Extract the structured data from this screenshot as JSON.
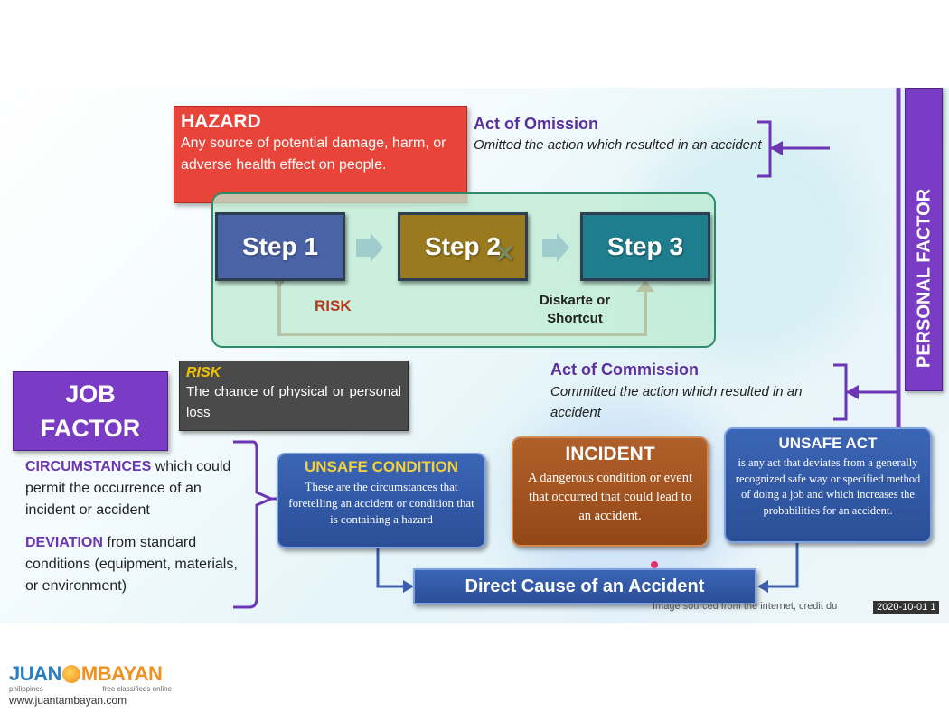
{
  "hazard": {
    "title": "HAZARD",
    "text": "Any source of potential damage, harm, or adverse health effect on people."
  },
  "omission": {
    "title": "Act of Omission",
    "text": "Omitted the action which resulted in an accident"
  },
  "steps": [
    {
      "label": "Step 1",
      "color": "#4a63a6"
    },
    {
      "label": "Step 2",
      "color": "#9a7a1e"
    },
    {
      "label": "Step 3",
      "color": "#1f7e8e"
    }
  ],
  "risk_label": "RISK",
  "shortcut_label": "Diskarte or Shortcut",
  "personal_factor": "PERSONAL FACTOR",
  "risk_box": {
    "title": "RISK",
    "text": "The chance of physical or personal loss"
  },
  "commission": {
    "title": "Act of Commission",
    "text": "Committed the action which resulted in an accident"
  },
  "job_factor": "JOB FACTOR",
  "circumstances": {
    "keyword": "CIRCUMSTANCES",
    "text": " which could permit the occurrence of an incident or accident"
  },
  "deviation": {
    "keyword": "DEVIATION",
    "text": " from standard conditions (equipment, materials, or environment)"
  },
  "unsafe_condition": {
    "title": "UNSAFE CONDITION",
    "text": "These are the circumstances that foretelling an accident or condition that is containing a hazard"
  },
  "incident": {
    "title": "INCIDENT",
    "text": "A dangerous condition or event that occurred that could lead to an accident."
  },
  "unsafe_act": {
    "title": "UNSAFE ACT",
    "text": "is any act that deviates from a generally recognized safe way or specified method of doing a job and which increases the probabilities for an accident."
  },
  "direct_cause": "Direct Cause of an Accident",
  "credit": "Image sourced from the internet, credit du",
  "timestamp": "2020-10-01 1",
  "brand": {
    "name_left": "JUAN",
    "name_right": "MBAYAN",
    "tag_left": "philippines",
    "tag_right": "free classifieds online",
    "url": "www.juantambayan.com"
  },
  "colors": {
    "purple": "#7a3cc4",
    "hazard_red": "#e8443a",
    "risk_gray": "#4a4a4a",
    "incident_brown": "#a0521c",
    "arrow_brown": "#a14b1e",
    "green_panel": "#c9ecd9"
  }
}
